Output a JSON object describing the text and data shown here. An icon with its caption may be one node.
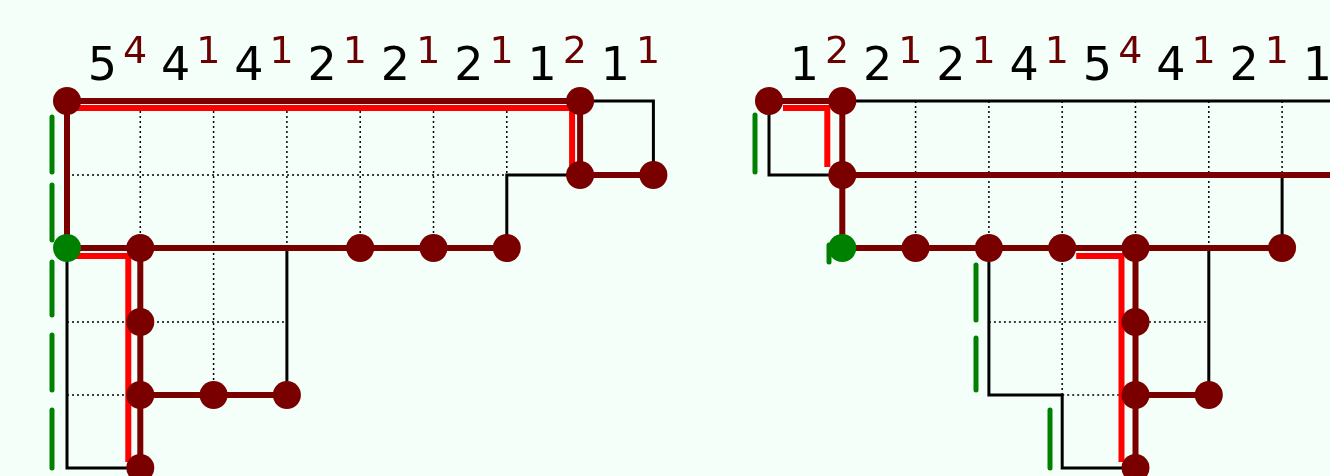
{
  "diagram": {
    "labels": [
      "5$^{4}$",
      "4$^{1}$",
      "4$^{1}$",
      "2$^{1}$",
      "2$^{1}$",
      "2$^{1}$",
      "1$^{2}$",
      "1$^{1}$",
      "1$^{2}$",
      "2$^{1}$",
      "2$^{1}$",
      "4$^{1}$",
      "5$^{4}$",
      "4$^{1}$",
      "2$^{1}$",
      "1"
    ]
  }
}
